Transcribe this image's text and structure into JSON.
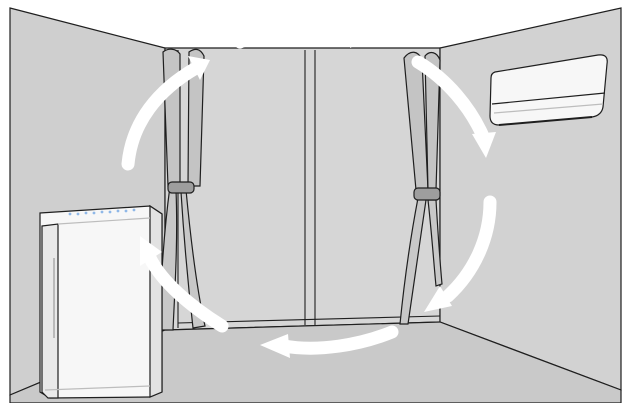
{
  "scene": {
    "subject": "room-air-circulation",
    "colors": {
      "background": "#ffffff",
      "back_wall": "#d6d6d6",
      "side_wall_left": "#cfcfcf",
      "side_wall_right": "#d2d2d2",
      "floor": "#c9c9c9",
      "outline": "#1f1f1f",
      "arrow": "#ffffff",
      "appliance_body": "#f7f7f7",
      "appliance_shadow": "#bdbdbd",
      "indicator_lights": "#8fb8e8"
    },
    "icons": [
      "air-purifier-icon",
      "air-conditioner-icon",
      "curtain-icon",
      "circulation-arrow-icon"
    ],
    "arrows": [
      {
        "name": "arrow-top",
        "direction": "clockwise"
      },
      {
        "name": "arrow-upper-right",
        "direction": "clockwise"
      },
      {
        "name": "arrow-lower-right",
        "direction": "clockwise"
      },
      {
        "name": "arrow-bottom",
        "direction": "clockwise"
      },
      {
        "name": "arrow-lower-left",
        "direction": "clockwise"
      },
      {
        "name": "arrow-upper-left",
        "direction": "clockwise"
      }
    ]
  }
}
